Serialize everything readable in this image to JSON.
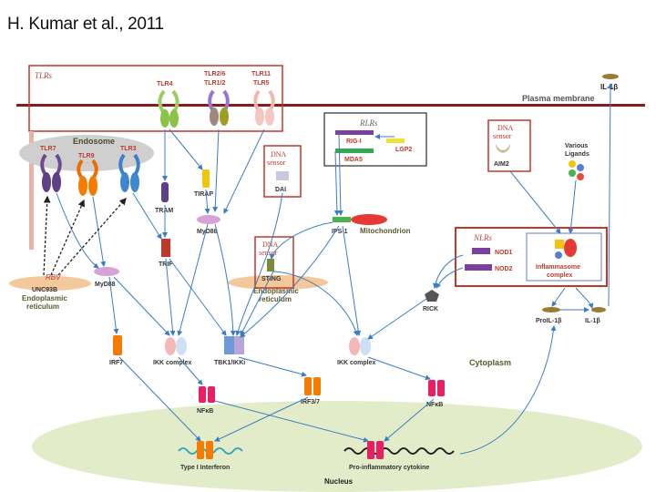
{
  "citation": "H. Kumar et al., 2011",
  "regions": {
    "plasma_membrane": "Plasma membrane",
    "endosome": "Endosome",
    "er_left": "Endoplasmic reticulum",
    "er_center": "Endoplasmic reticulum",
    "mitochondrion": "Mitochondrion",
    "cytoplasm": "Cytoplasm",
    "nucleus": "Nucleus"
  },
  "groups": {
    "tlrs": "TLRs",
    "rlrs": "RLRs",
    "nlrs": "NLRs",
    "dna": "DNA",
    "sensor": "sensor"
  },
  "nodes": {
    "tlr4": "TLR4",
    "tlr2_6": "TLR2/6",
    "tlr1_2": "TLR1/2",
    "tlr11": "TLR11",
    "tlr5": "TLR5",
    "tlr7": "TLR7",
    "tlr9": "TLR9",
    "tlr3": "TLR3",
    "il1b_top": "IL-1β",
    "rig1": "RIG-I",
    "lgp2": "LGP2",
    "mda5": "MDA5",
    "aim2": "AIM2",
    "various_ligands_1": "Various",
    "various_ligands_2": "Ligands",
    "tram": "TRAM",
    "tirap": "TIRAP",
    "myd88_top": "MyD88",
    "dai": "DAI",
    "ips1": "IPS-1",
    "trif": "TRIF",
    "unc93b": "UNC93B",
    "myd88_left": "MyD88",
    "sting": "STING",
    "nod1": "NOD1",
    "nod2": "NOD2",
    "inflammasome_1": "Inflammasome",
    "inflammasome_2": "complex",
    "rick": "RICK",
    "pro_il1b": "ProIL-1β",
    "il1b": "IL-1β",
    "irf7": "IRF7",
    "ikk_left": "IKK complex",
    "tbk1": "TBK1/IKKi",
    "ikk_right": "IKK complex",
    "nfkb_left": "NFκB",
    "irf3_7": "IRF3/7",
    "nfkb_right": "NFκB",
    "type1_ifn": "Type I Interferon",
    "pro_inflam": "Pro-inflammatory cytokine"
  },
  "colors": {
    "membrane": "#8b1a1a",
    "box_border": "#c0392b",
    "arrow": "#3b7dc4",
    "nucleus": "#e3ecc8",
    "endosome": "#cfcfcf",
    "er": "#f3c89a"
  }
}
